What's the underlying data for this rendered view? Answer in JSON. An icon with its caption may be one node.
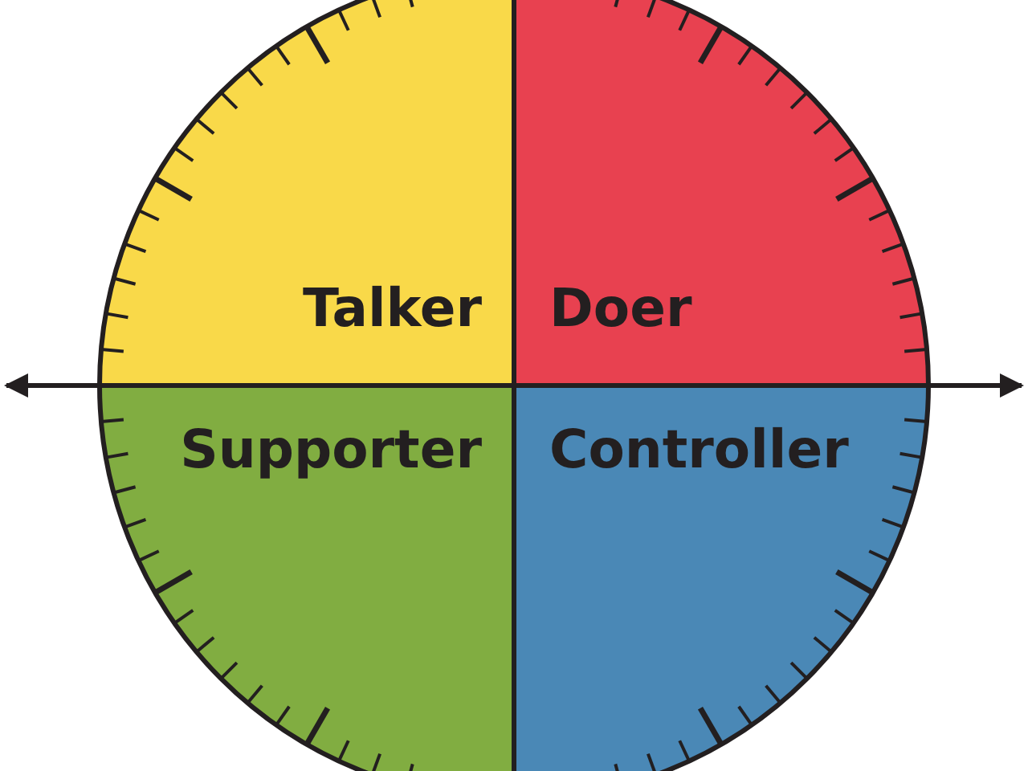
{
  "diagram": {
    "nodes": [
      {
        "text": [
          "Talker"
        ]
      },
      {
        "text": [
          "Doer"
        ]
      },
      {
        "text": [
          "Supporter"
        ]
      },
      {
        "text": [
          "Controller"
        ]
      }
    ]
  }
}
